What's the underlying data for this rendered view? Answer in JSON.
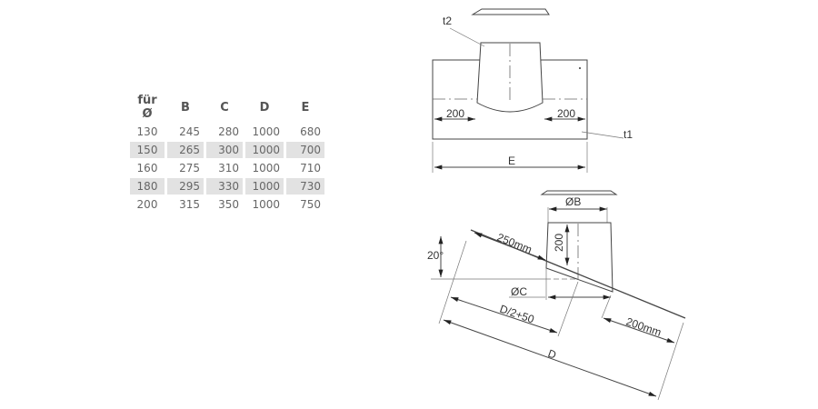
{
  "table": {
    "headers": [
      "für Ø",
      "B",
      "C",
      "D",
      "E"
    ],
    "rows": [
      [
        "130",
        "245",
        "280",
        "1000",
        "680"
      ],
      [
        "150",
        "265",
        "300",
        "1000",
        "700"
      ],
      [
        "160",
        "275",
        "310",
        "1000",
        "710"
      ],
      [
        "180",
        "295",
        "330",
        "1000",
        "730"
      ],
      [
        "200",
        "315",
        "350",
        "1000",
        "750"
      ]
    ]
  },
  "top_view": {
    "t2_label": "t2",
    "t1_label": "t1",
    "left_dim": "200",
    "right_dim": "200",
    "width_dim": "E"
  },
  "side_view": {
    "angle": "20°",
    "top_slope_dim": "250mm",
    "diameter_b": "ØB",
    "height_dim": "200",
    "diameter_c": "ØC",
    "half_dim": "D/2+50",
    "length_dim": "D",
    "bottom_slope_dim": "200mm"
  }
}
